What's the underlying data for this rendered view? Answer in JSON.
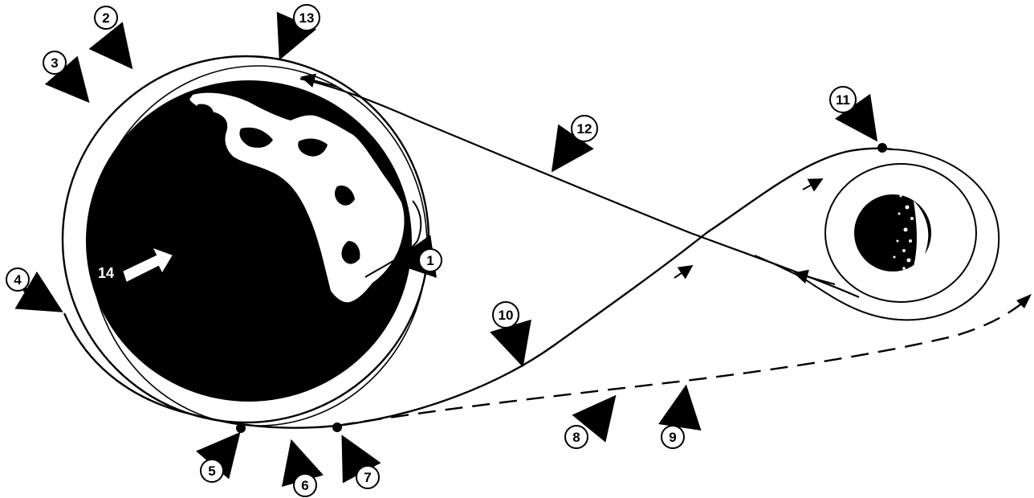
{
  "diagram": {
    "callouts": [
      {
        "id": "c1",
        "label": "1"
      },
      {
        "id": "c2",
        "label": "2"
      },
      {
        "id": "c3",
        "label": "3"
      },
      {
        "id": "c4",
        "label": "4"
      },
      {
        "id": "c5",
        "label": "5"
      },
      {
        "id": "c6",
        "label": "6"
      },
      {
        "id": "c7",
        "label": "7"
      },
      {
        "id": "c8",
        "label": "8"
      },
      {
        "id": "c9",
        "label": "9"
      },
      {
        "id": "c10",
        "label": "10"
      },
      {
        "id": "c11",
        "label": "11"
      },
      {
        "id": "c12",
        "label": "12"
      },
      {
        "id": "c13",
        "label": "13"
      }
    ],
    "plain_labels": [
      {
        "id": "l14",
        "label": "14"
      }
    ],
    "colors": {
      "ink": "#000000",
      "paper": "#ffffff"
    }
  }
}
